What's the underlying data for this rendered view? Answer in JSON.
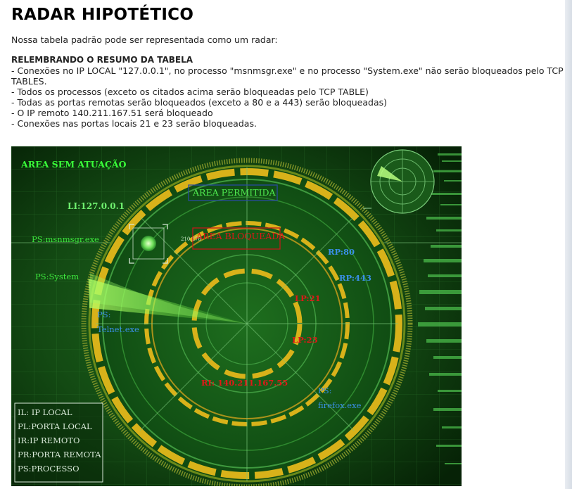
{
  "page": {
    "title": "RADAR HIPOTÉTICO",
    "intro": "Nossa tabela padrão pode ser representada como um radar:"
  },
  "summary": {
    "heading": "RELEMBRANDO O RESUMO DA TABELA",
    "lines": [
      "- Conexões no IP LOCAL \"127.0.0.1\", no processo \"msnmsgr.exe\" e no processo \"System.exe\" não serão bloqueados pelo TCP TABLES.",
      "- Todos os processos (exceto os citados acima serão bloqueadas pelo TCP TABLE)",
      "- Todas as portas remotas serão bloqueados (exceto a 80 e a 443) serão bloqueadas)",
      "- O IP remoto 140.211.167.51 será bloqueado",
      "- Conexões nas portas locais 21 e 23 serão bloqueadas."
    ]
  },
  "radar": {
    "zone_outside": "AREA SEM ATUAÇÃO",
    "zone_allowed": "AREA PERMITIDA",
    "zone_blocked": "AREA BLOQUEADA",
    "labels": {
      "li": "LI:127.0.0.1",
      "ps_msn": "PS:msnmsgr.exe",
      "ps_system": "PS:System",
      "ps_telnet_1": "PS:",
      "ps_telnet_2": "Telnet.exe",
      "rp80": "RP:80",
      "rp443": "RP:443",
      "lp21": "LP:21",
      "lp23": "LP:23",
      "ri": "RI: 140.211.167.55",
      "ps_firefox_1": "PS:",
      "ps_firefox_2": "firefox.exe",
      "mini": "210.278"
    },
    "colors": {
      "background": "#0c3a0c",
      "ring_yellow": "#d8b21a",
      "outside_text": "#39ff39",
      "allowed_text": "#4fe84f",
      "blocked_text": "#e01818",
      "remote_text": "#3a8fe8"
    },
    "legend": [
      "IL: IP LOCAL",
      "PL:PORTA LOCAL",
      "IR:IP REMOTO",
      "PR:PORTA REMOTA",
      "PS:PROCESSO"
    ]
  }
}
